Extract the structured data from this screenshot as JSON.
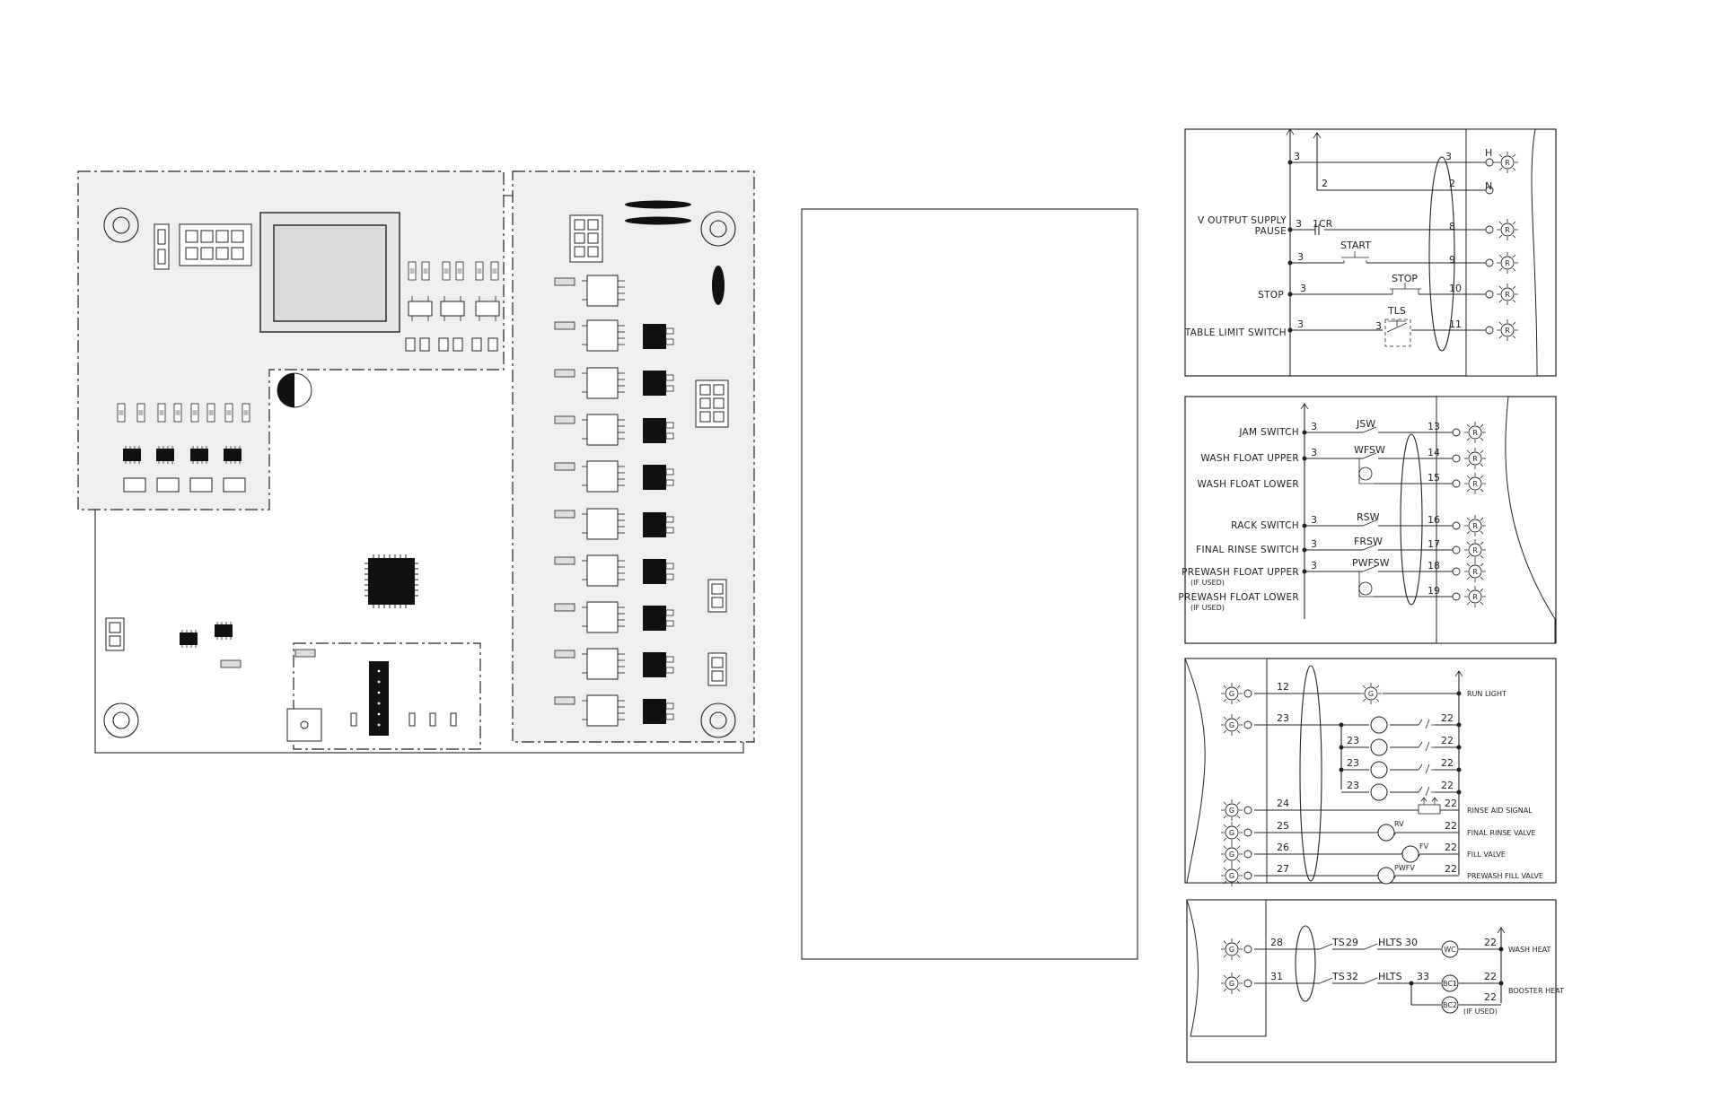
{
  "board": {
    "components": "pcb-component-layout"
  },
  "panel1": {
    "rows": [
      {
        "label": "",
        "left": "3",
        "right": "3",
        "term": "H"
      },
      {
        "label": "",
        "left": "2",
        "right": "2",
        "term": "N"
      },
      {
        "label": "V  OUTPUT  SUPPLY",
        "left": "",
        "right": "",
        "term": ""
      },
      {
        "label": "PAUSE",
        "left": "3",
        "right": "8",
        "device": "1CR"
      },
      {
        "label": "",
        "left": "3",
        "right": "9",
        "device": "START"
      },
      {
        "label": "STOP",
        "left": "3",
        "right": "10",
        "device": "STOP"
      },
      {
        "label": "TABLE  LIMIT  SWITCH",
        "left": "3",
        "right": "11",
        "device": "TLS",
        "mid": "3"
      }
    ],
    "lamp": "R"
  },
  "panel2": {
    "rows": [
      {
        "label": "JAM  SWITCH",
        "left": "3",
        "device": "JSW",
        "right": "13"
      },
      {
        "label": "WASH  FLOAT  UPPER",
        "left": "3",
        "device": "WFSW",
        "right": "14"
      },
      {
        "label": "WASH  FLOAT  LOWER",
        "left": "",
        "device": "",
        "right": "15"
      },
      {
        "label": "RACK  SWITCH",
        "left": "3",
        "device": "RSW",
        "right": "16"
      },
      {
        "label": "FINAL  RINSE  SWITCH",
        "left": "3",
        "device": "FRSW",
        "right": "17"
      },
      {
        "label": "PREWASH  FLOAT  UPPER",
        "left": "3",
        "device": "PWFSW",
        "right": "18"
      },
      {
        "label": "PREWASH  FLOAT  LOWER",
        "left": "",
        "device": "",
        "right": "19"
      }
    ],
    "note": "(IF USED)",
    "lamp": "R"
  },
  "panel3": {
    "rows": [
      {
        "wire": "12",
        "right": "",
        "label": "RUN  LIGHT"
      },
      {
        "wire": "23",
        "right": "22",
        "label": ""
      },
      {
        "wire": "23",
        "right": "22",
        "label": ""
      },
      {
        "wire": "23",
        "right": "22",
        "label": ""
      },
      {
        "wire": "23",
        "right": "22",
        "label": ""
      },
      {
        "wire": "24",
        "right": "22",
        "label": "RINSE  AID  SIGNAL"
      },
      {
        "wire": "25",
        "right": "22",
        "label": "FINAL  RINSE  VALVE",
        "device": "RV"
      },
      {
        "wire": "26",
        "right": "22",
        "label": "FILL  VALVE",
        "device": "FV"
      },
      {
        "wire": "27",
        "right": "22",
        "label": "PREWASH  FILL  VALVE",
        "device": "PWFV"
      }
    ],
    "lamp": "G"
  },
  "panel4": {
    "rows": [
      {
        "wire": "28",
        "d1": "TS",
        "w2": "29",
        "d2": "HLTS",
        "w3": "30",
        "coil": "WC",
        "right": "22",
        "label": "WASH  HEAT"
      },
      {
        "wire": "31",
        "d1": "TS",
        "w2": "32",
        "d2": "HLTS",
        "w3": "33",
        "coil": "BC1",
        "right": "22",
        "label": "BOOSTER  HEAT"
      },
      {
        "coil": "BC2",
        "right": "22",
        "note": "(IF USED)"
      }
    ],
    "lamp": "G"
  }
}
